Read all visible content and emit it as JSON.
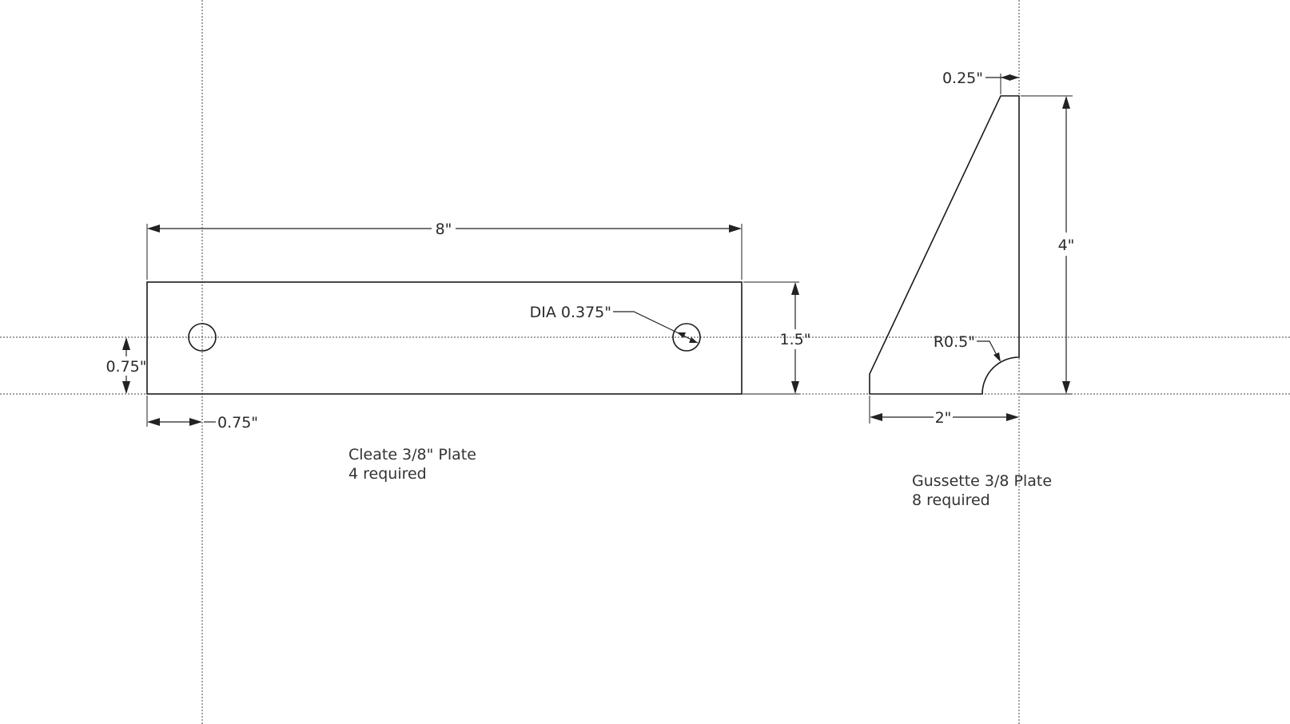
{
  "cleat": {
    "length_label": "8\"",
    "height_label": "1.5\"",
    "hole_offset_y_label": "0.75\"",
    "hole_offset_x_label": "0.75\"",
    "hole_dia_label": "DIA 0.375\"",
    "note_line1": "Cleate 3/8\" Plate",
    "note_line2": "4 required"
  },
  "gusset": {
    "top_width_label": "0.25\"",
    "height_label": "4\"",
    "radius_label": "R0.5\"",
    "width_label": "2\"",
    "note_line1": "Gussette 3/8 Plate",
    "note_line2": "8 required"
  },
  "colors": {
    "line": "#1a1a1a",
    "text": "#2a2a2a",
    "background": "#ffffff"
  }
}
